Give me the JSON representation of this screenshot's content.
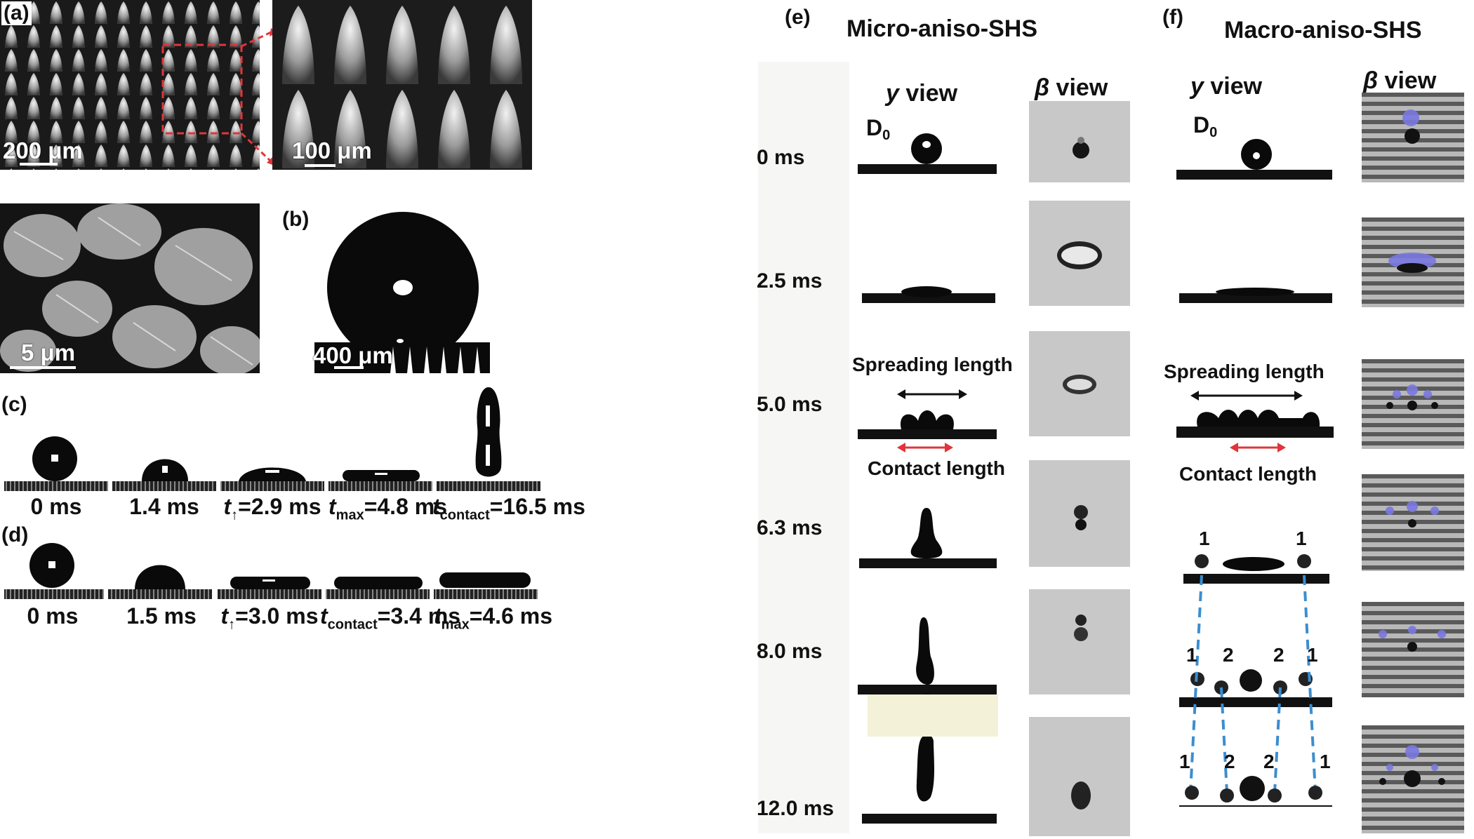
{
  "panels": {
    "a": "(a)",
    "b": "(b)",
    "c": "(c)",
    "d": "(d)",
    "e": "(e)",
    "f": "(f)"
  },
  "scale_bars": {
    "a_left": "200 μm",
    "a_right": "100 μm",
    "a_bottom": "5 μm",
    "b": "400 μm"
  },
  "row_c": {
    "t0": "0 ms",
    "t1": "1.4 ms",
    "t2_sym": "t",
    "t2_sub": "↑",
    "t2_val": "=2.9 ms",
    "t3_sym": "t",
    "t3_sub": "max",
    "t3_val": "=4.8 ms",
    "t4_sym": "t",
    "t4_sub": "contact",
    "t4_val": "=16.5 ms"
  },
  "row_d": {
    "t0": "0 ms",
    "t1": "1.5 ms",
    "t2_sym": "t",
    "t2_sub": "↑",
    "t2_val": "=3.0 ms",
    "t3_sym": "t",
    "t3_sub": "contact",
    "t3_val": "=3.4 ms",
    "t4_sym": "t",
    "t4_sub": "max",
    "t4_val": "=4.6 ms"
  },
  "panel_e": {
    "title": "Micro-aniso-SHS",
    "y_view_sym": "y",
    "y_view_word": " view",
    "beta_view_sym": "β",
    "beta_view_word": " view",
    "d0": "D",
    "d0_sub": "0",
    "spreading": "Spreading length",
    "contact": "Contact length",
    "times": [
      "0 ms",
      "2.5 ms",
      "5.0 ms",
      "6.3 ms",
      "8.0 ms",
      "12.0 ms"
    ]
  },
  "panel_f": {
    "title": "Macro-aniso-SHS",
    "y_view_sym": "y",
    "y_view_word": " view",
    "beta_view_sym": "β",
    "beta_view_word": " view",
    "d0": "D",
    "d0_sub": "0",
    "spreading": "Spreading length",
    "contact": "Contact length",
    "n1": "1",
    "n2": "2"
  },
  "colors": {
    "arrow_red": "#e0353a",
    "dash_blue": "#3b8ed0",
    "droplet_blue": "#7a78e0"
  }
}
